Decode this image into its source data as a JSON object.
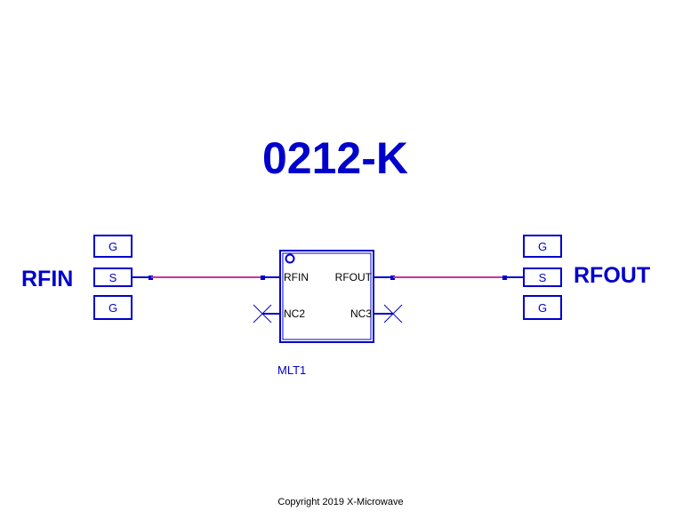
{
  "title": "0212-K",
  "ports": {
    "input": {
      "label": "RFIN",
      "pads": [
        "G",
        "S",
        "G"
      ]
    },
    "output": {
      "label": "RFOUT",
      "pads": [
        "G",
        "S",
        "G"
      ]
    }
  },
  "component": {
    "ref": "MLT1",
    "pins": {
      "rfin": "RFIN",
      "rfout": "RFOUT",
      "nc2": "NC2",
      "nc3": "NC3"
    }
  },
  "copyright": "Copyright 2019 X-Microwave",
  "colors": {
    "symbol": "#0000cc",
    "wire": "#cc3399",
    "text": "#000000"
  }
}
